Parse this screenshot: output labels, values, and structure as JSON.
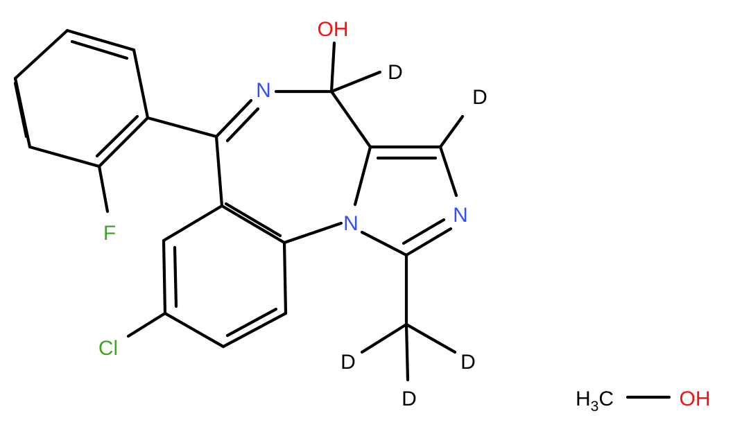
{
  "colors": {
    "bond": "#000000",
    "oxygen": "#ff0d0d",
    "nitrogen": "#3050f8",
    "fluorine": "#3aa81b",
    "chlorine": "#3aa81b",
    "deuterium": "#000000"
  },
  "atoms": {
    "oh_main": "OH",
    "d_c4": "D",
    "n_imine": "N",
    "d_imidazole": "D",
    "n_imidazole": "N",
    "n_bridge": "N",
    "fluorine": "F",
    "chlorine": "Cl",
    "d_methyl_left": "D",
    "d_methyl_right": "D",
    "d_methyl_bottom": "D"
  },
  "methanol": {
    "carbon": "H",
    "subscript": "3",
    "carbon_suffix": "C",
    "hydroxyl": "OH"
  }
}
